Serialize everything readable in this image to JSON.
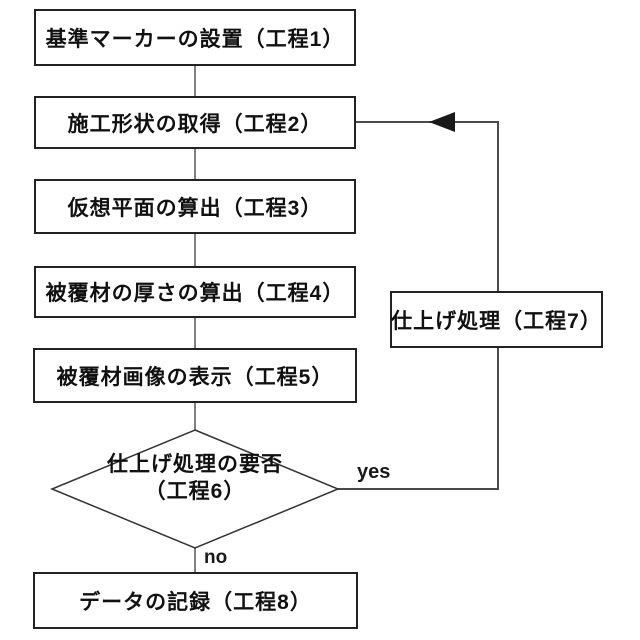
{
  "colors": {
    "background": "#ffffff",
    "box_border": "#222222",
    "connector_line": "#7f7f7f",
    "loop_line": "#4a4a4a",
    "arrowhead": "#1a1a1a",
    "text": "#111111"
  },
  "flowchart": {
    "boxes": [
      {
        "id": "step1",
        "label": "基準マーカーの設置（工程1）"
      },
      {
        "id": "step2",
        "label": "施工形状の取得（工程2）"
      },
      {
        "id": "step3",
        "label": "仮想平面の算出（工程3）"
      },
      {
        "id": "step4",
        "label": "被覆材の厚さの算出（工程4）"
      },
      {
        "id": "step5",
        "label": "被覆材画像の表示（工程5）"
      },
      {
        "id": "step7",
        "label": "仕上げ処理（工程7）"
      },
      {
        "id": "step8",
        "label": "データの記録（工程8）"
      }
    ],
    "decision": {
      "id": "step6",
      "line1": "仕上げ処理の要否",
      "line2": "（工程6）"
    },
    "edge_labels": {
      "yes": "yes",
      "no": "no"
    }
  }
}
